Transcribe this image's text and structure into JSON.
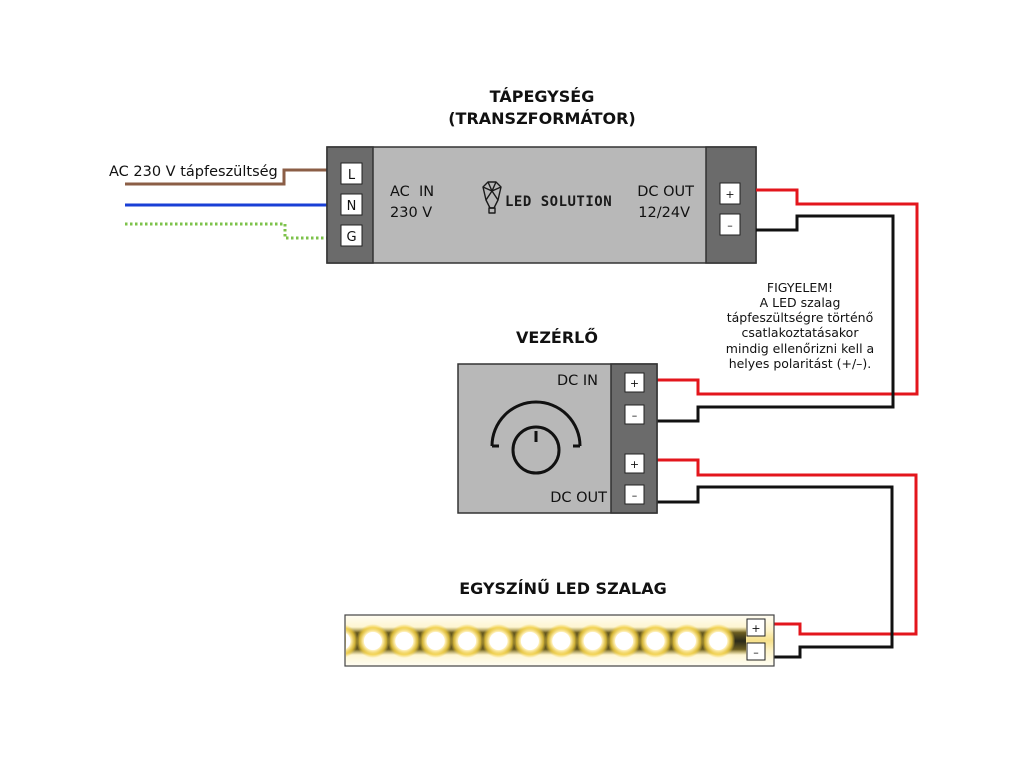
{
  "colors": {
    "wire_live": "#8b5e46",
    "wire_neutral": "#1a3fd6",
    "wire_ground": "#7cc24a",
    "wire_positive": "#e3161c",
    "wire_negative": "#111111",
    "body_fill": "#b8b8b8",
    "terminal_block_fill": "#6b6b6b",
    "led_glow": "#f7d548"
  },
  "psu": {
    "title_line1": "TÁPEGYSÉG",
    "title_line2": "(TRANSZFORMÁTOR)",
    "ac_in_line1": "AC  IN",
    "ac_in_line2": "230 V",
    "dc_out_line1": "DC OUT",
    "dc_out_line2": "12/24V",
    "brand": "LED SOLUTION",
    "input_terminals": [
      "L",
      "N",
      "G"
    ],
    "output_terminals": [
      "+",
      "–"
    ]
  },
  "mains": {
    "label": "AC 230 V tápfeszültség"
  },
  "warning": {
    "lines": [
      "FIGYELEM!",
      "A LED szalag",
      "tápfeszültségre történő",
      "csatlakoztatásakor",
      "mindig ellenőrizni kell a",
      "helyes polaritást (+/–)."
    ]
  },
  "controller": {
    "title": "VEZÉRLŐ",
    "dc_in": "DC IN",
    "dc_out": "DC OUT",
    "terminals": [
      "+",
      "–",
      "+",
      "–"
    ]
  },
  "led_strip": {
    "title": "EGYSZÍNŰ LED SZALAG",
    "led_count": 13,
    "terminals": [
      "+",
      "–"
    ]
  }
}
